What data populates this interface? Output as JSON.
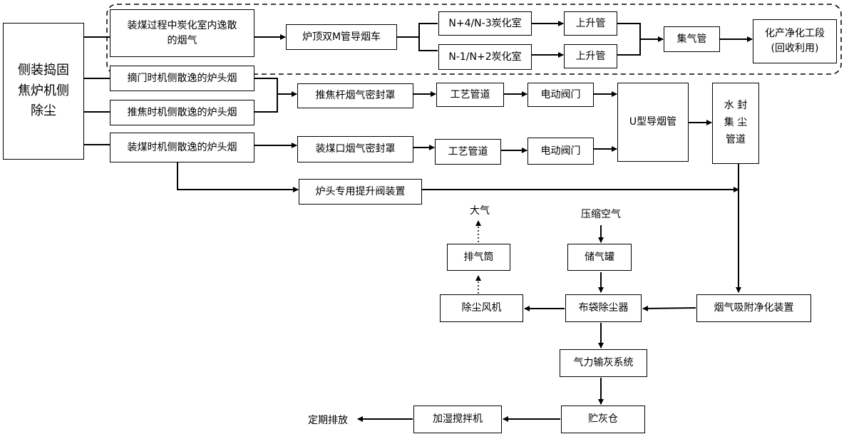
{
  "nodes": {
    "left_main": "侧装捣固\n焦炉机侧\n除尘",
    "coal_loading_smoke": "装煤过程中炭化室内逸散\n的烟气",
    "roof_car": "炉顶双M管导烟车",
    "chamber_a": "N+4/N-3炭化室",
    "chamber_b": "N-1/N+2炭化室",
    "riser_a": "上升管",
    "riser_b": "上升管",
    "collector": "集气管",
    "chem_plant": "化产净化工段\n(回收利用)",
    "door_smoke": "摘门时机侧散逸的炉头烟",
    "push_smoke": "推焦时机侧散逸的炉头烟",
    "charge_smoke": "装煤时机侧散逸的炉头烟",
    "push_hood": "推焦杆烟气密封罩",
    "pipe_a": "工艺管道",
    "valve_a": "电动阀门",
    "u_duct": "U型导烟管",
    "water_seal": "水 封\n集 尘\n管道",
    "coal_hood": "装煤口烟气密封罩",
    "pipe_b": "工艺管道",
    "valve_b": "电动阀门",
    "lift_valve": "炉头专用提升阀装置",
    "atmosphere": "大气",
    "compressed_air": "压缩空气",
    "stack": "排气筒",
    "air_tank": "储气罐",
    "fan": "除尘风机",
    "bag_filter": "布袋除尘器",
    "adsorber": "烟气吸附净化装置",
    "pneumatic": "气力输灰系统",
    "ash_bin": "贮灰仓",
    "humidifier": "加湿搅拌机",
    "discharge": "定期排放"
  }
}
